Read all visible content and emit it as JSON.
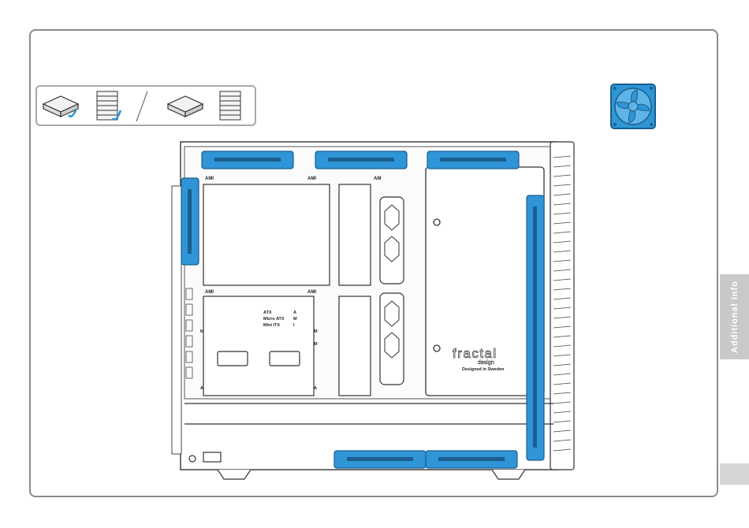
{
  "side_tab": {
    "label": "Additional Info"
  },
  "case_labels": {
    "ami_top_left": "AMI",
    "ami_top_right": "AMI",
    "ami_top_far": "AM",
    "ami_mid_left": "AMI",
    "ami_mid_right": "AMI",
    "form_atx": "ATX",
    "form_micro": "Micro ATX",
    "form_mini": "Mini ITX",
    "form_a": "A",
    "form_m": "M",
    "form_i": "I",
    "side_m1": "M",
    "side_m2": "M",
    "side_m3": "M",
    "side_a1": "A",
    "side_a2": "A"
  },
  "brand": {
    "logo": "fractal",
    "logo_sub": "design",
    "tagline": "Designed in Sweden"
  },
  "colors": {
    "fan_blue": "#2f95d6",
    "fan_dark": "#1a5f8f",
    "frame": "#8a8a8a",
    "tab": "#c9c9c9"
  }
}
